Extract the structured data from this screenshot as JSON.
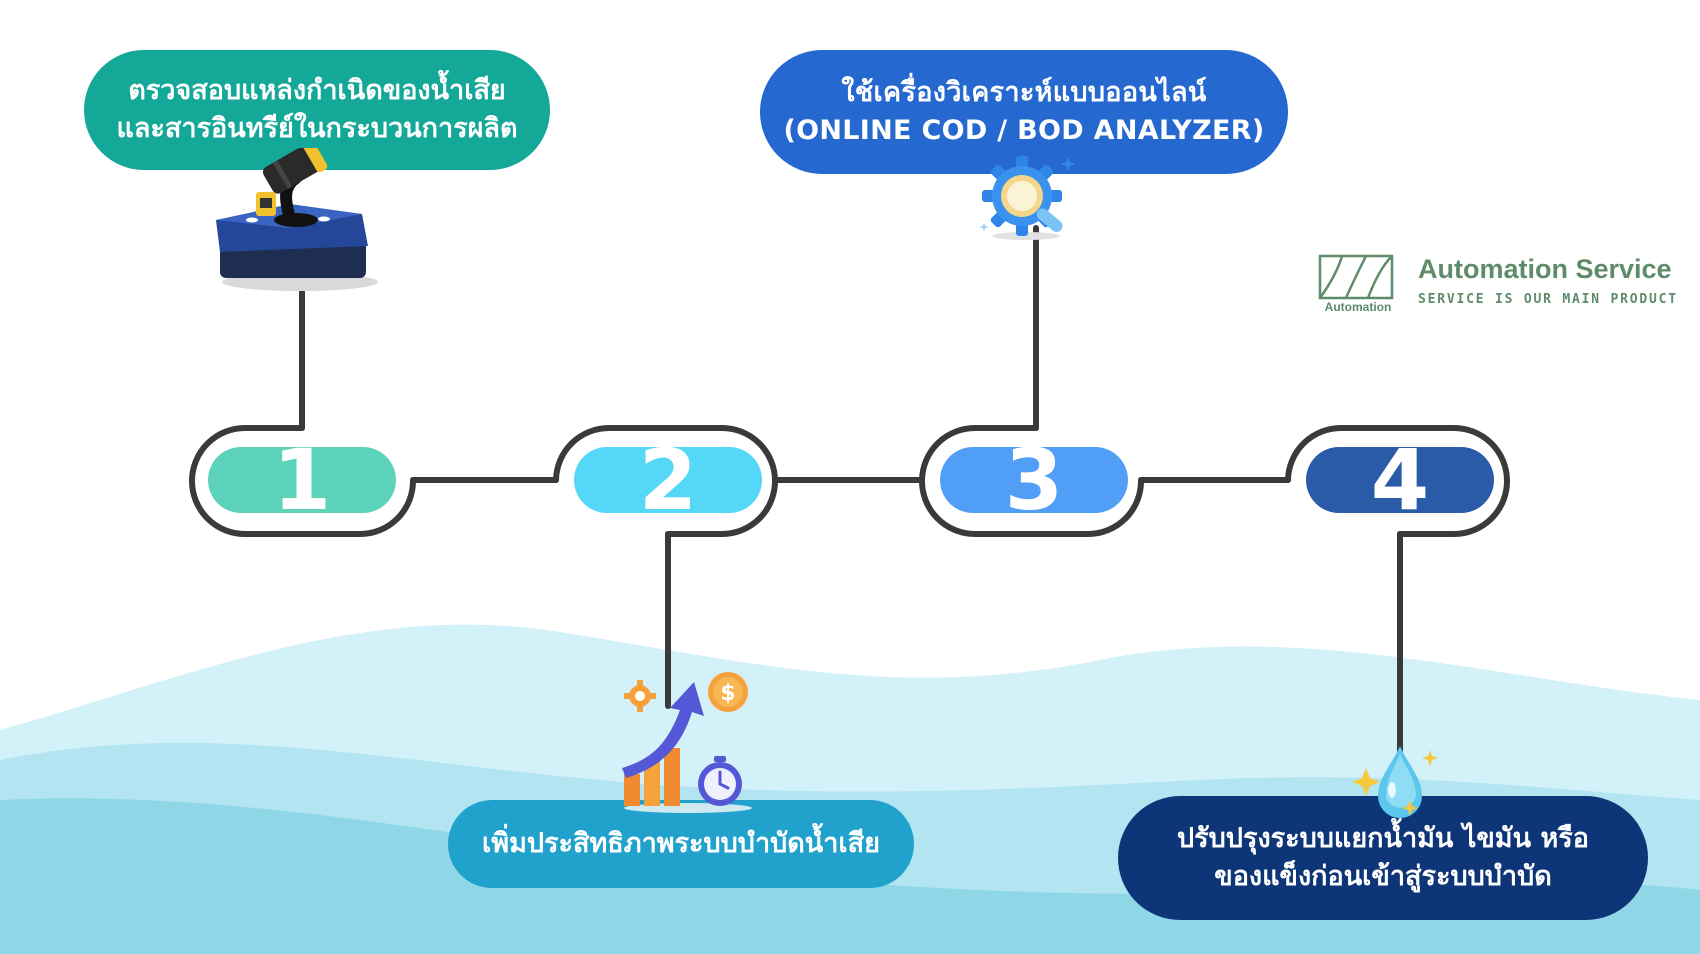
{
  "steps": [
    {
      "number": "1",
      "lines": [
        "ตรวจสอบแหล่งกำเนิดของน้ำเสีย",
        "และสารอินทรีย์ในกระบวนการผลิต"
      ],
      "icon": "oil-barrel-icon",
      "color": "#14a898",
      "pill_color": "#5dd3bb"
    },
    {
      "number": "2",
      "lines": [
        "เพิ่มประสิทธิภาพระบบบำบัดน้ำเสีย"
      ],
      "icon": "efficiency-growth-icon",
      "color": "#20a2cc",
      "pill_color": "#55d7f7"
    },
    {
      "number": "3",
      "lines": [
        "ใช้เครื่องวิเคราะห์แบบออนไลน์",
        "(ONLINE COD / BOD ANALYZER)"
      ],
      "icon": "gear-magnifier-icon",
      "color": "#2568cf",
      "pill_color": "#519ef7"
    },
    {
      "number": "4",
      "lines": [
        "ปรับปรุงระบบแยกน้ำมัน ไขมัน หรือ",
        "ของแข็งก่อนเข้าสู่ระบบบำบัด"
      ],
      "icon": "water-drop-sparkle-icon",
      "color": "#0e3578",
      "pill_color": "#2a5ba8"
    }
  ],
  "logo": {
    "name": "Automation Service",
    "slogan": "SERVICE IS OUR MAIN PRODUCT",
    "caption": "Automation",
    "color": "#5e8c6b"
  },
  "colors": {
    "connector": "#3a3a3a",
    "wave_light": "#d3f1f8",
    "wave_mid": "#b2e5f1",
    "wave_dark": "#8fd7e6"
  }
}
